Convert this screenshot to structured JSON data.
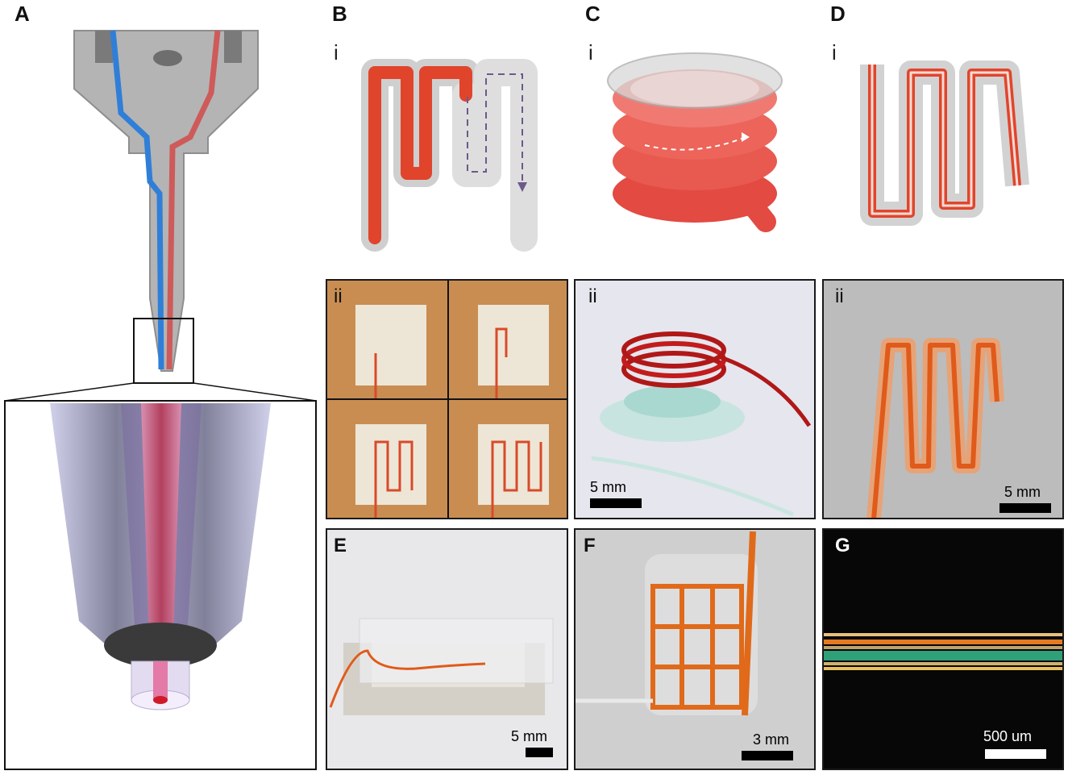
{
  "panels": {
    "A": {
      "label": "A"
    },
    "B": {
      "label": "B",
      "sub_i": "i",
      "sub_ii": "ii"
    },
    "C": {
      "label": "C",
      "sub_i": "i",
      "sub_ii": "ii",
      "scale": "5 mm"
    },
    "D": {
      "label": "D",
      "sub_i": "i",
      "sub_ii": "ii",
      "scale": "5 mm"
    },
    "E": {
      "label": "E",
      "scale": "5 mm"
    },
    "F": {
      "label": "F",
      "scale": "3 mm"
    },
    "G": {
      "label": "G",
      "scale": "500 um"
    }
  },
  "colors": {
    "gray_body": "#b7b7b7",
    "blue_channel": "#2f7fd8",
    "red_channel": "#cf5a5a",
    "ink_red": "#e0452c",
    "gel_gray": "#d6d6d6"
  }
}
